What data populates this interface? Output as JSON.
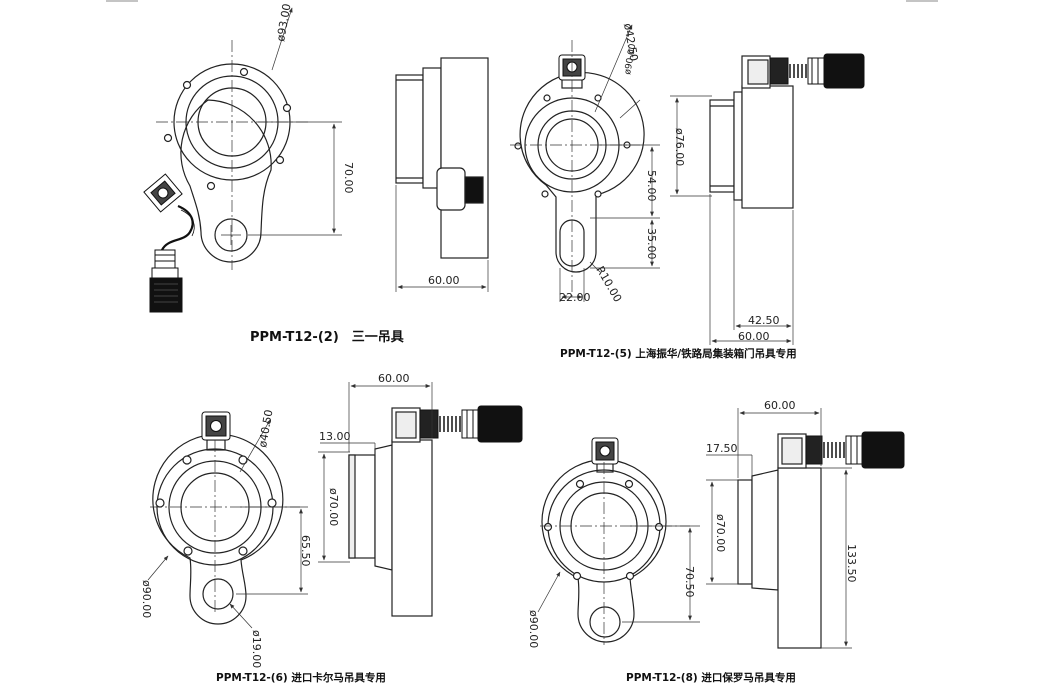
{
  "captions": {
    "t2": "PPM-T12-(2)　三一吊具",
    "t5": "PPM-T12-(5)  上海振华/铁路局集装箱门吊具专用",
    "t6": "PPM-T12-(6)  进口卡尔马吊具专用",
    "t8": "PPM-T12-(8)  进口保罗马吊具专用"
  },
  "dims": {
    "t2": {
      "d93": "ø93.00",
      "h70": "70.00",
      "w60": "60.00"
    },
    "t5": {
      "d42": "ø42.50",
      "d90": "ø90.00",
      "h54": "54.00",
      "h35": "35.00",
      "r10": "R10.00",
      "w22": "22.00",
      "d76": "ø76.00",
      "w42": "42.50",
      "w60": "60.00"
    },
    "t6": {
      "d40": "ø40.50",
      "h65": "65.50",
      "d90": "ø90.00",
      "d19": "ø19.00",
      "w60": "60.00",
      "w13": "13.00",
      "d70": "ø70.00"
    },
    "t8": {
      "w60": "60.00",
      "w17": "17.50",
      "d70": "ø70.00",
      "h133": "133.50",
      "h70": "70.50",
      "d90": "ø90.00"
    }
  }
}
